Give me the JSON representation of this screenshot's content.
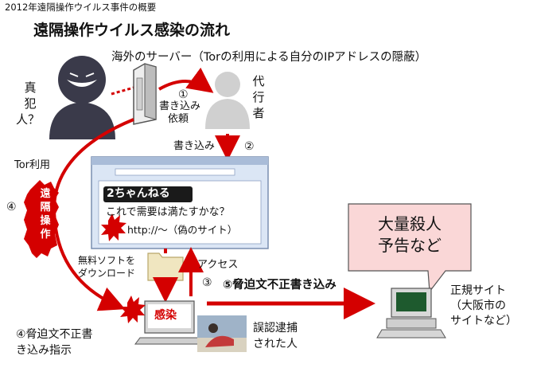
{
  "page_title": "2012年遠隔操作ウイルス事件の概要",
  "diagram_title": "遠隔操作ウイルス感染の流れ",
  "overseas_server": "海外のサーバー（Torの利用による自分のIPアドレスの隠蔽）",
  "culprit_label": [
    "真",
    "犯",
    "人？"
  ],
  "proxy_label": [
    "代",
    "行",
    "者"
  ],
  "step1": {
    "number": "①",
    "line1": "書き込み",
    "line2": "依頼"
  },
  "step2": {
    "text": "書き込み",
    "number": "②"
  },
  "tor_use": "Tor利用",
  "step4_left": "④",
  "remote_control": [
    "遠",
    "隔",
    "操",
    "作"
  ],
  "board": {
    "name": "2ちゃんねる",
    "post": "これで需要は満たすかな？",
    "url": "http://～（偽のサイト）"
  },
  "free_software": [
    "無料ソフトを",
    "ダウンロード"
  ],
  "access": "アクセス",
  "step3": "③",
  "step5": "⑤脅迫文不正書き込み",
  "infected": "感染",
  "step4_bottom": [
    "④脅迫文不正書",
    "き込み指示"
  ],
  "wrong_arrest": [
    "誤認逮捕",
    "された人"
  ],
  "threat_bubble": [
    "大量殺人",
    "予告など"
  ],
  "legit_site": [
    "正規サイト",
    "（大阪市の",
    "サイトなど）"
  ],
  "colors": {
    "red": "#d40000",
    "pink": "#fad7d7",
    "screen_blue": "#dbe6f5",
    "grey_figure": "#d0d0d0"
  }
}
